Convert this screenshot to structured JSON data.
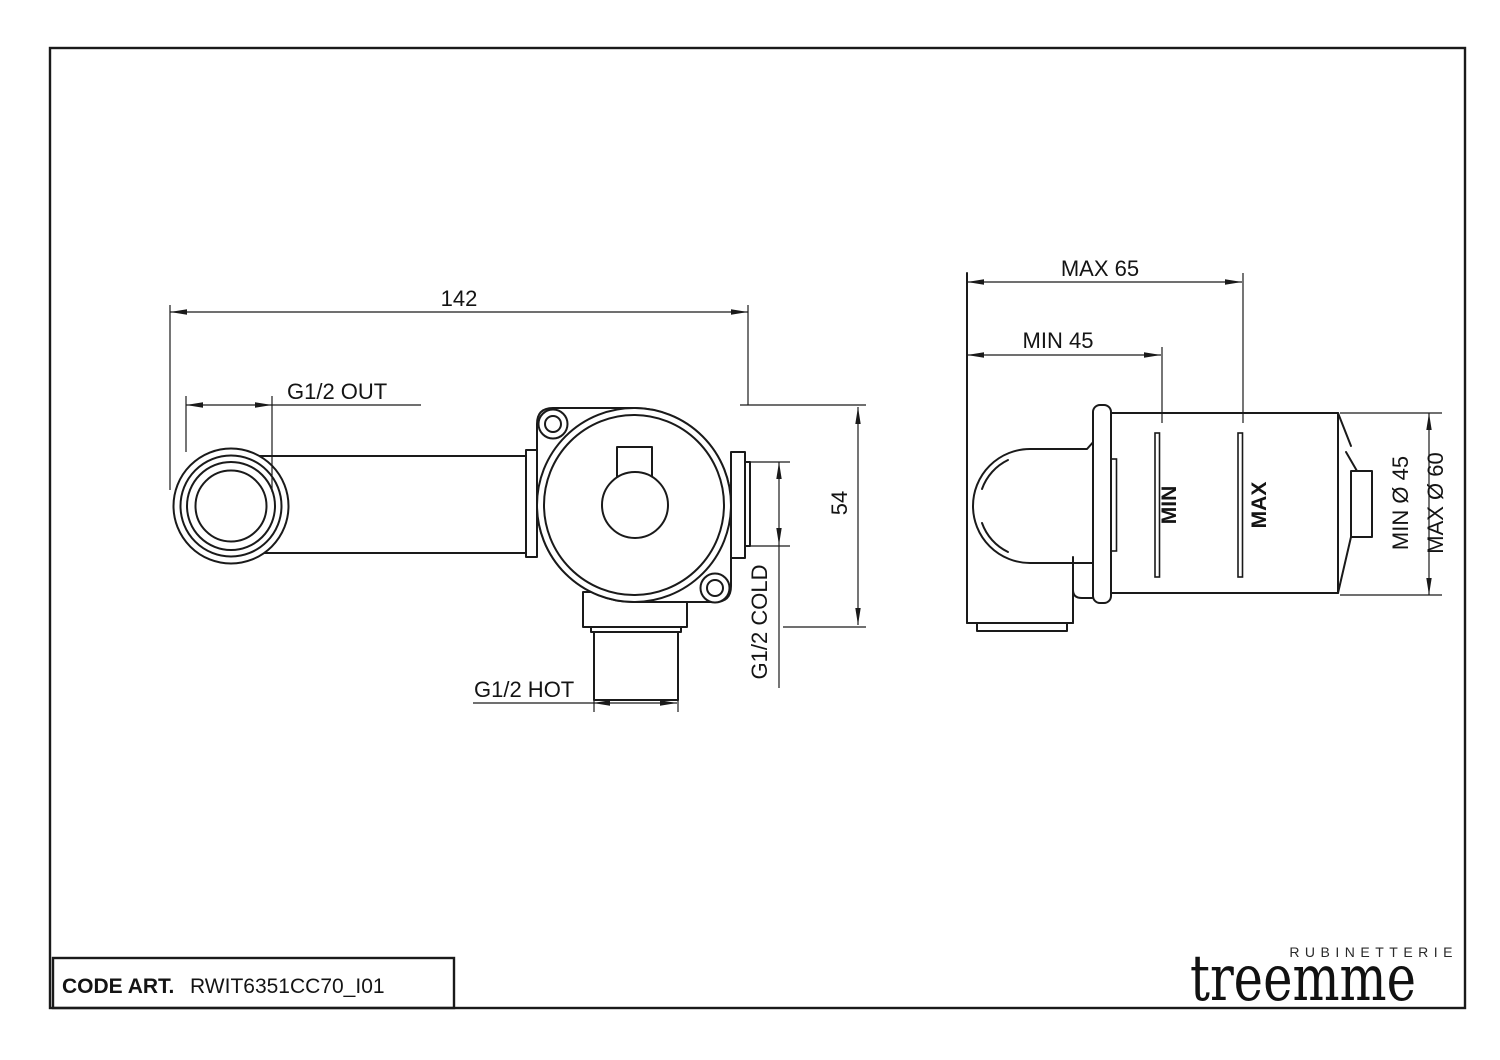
{
  "drawing": {
    "type_note": "technical installation drawing, concealed wall mixer body",
    "colors": {
      "line": "#1a1a1a",
      "background": "#ffffff"
    },
    "front_view": {
      "dim_total_length": "142",
      "dim_outlet": "G1/2 OUT",
      "dim_height": "54",
      "dim_cold_inlet": "G1/2 COLD",
      "dim_hot_inlet": "G1/2 HOT"
    },
    "side_view": {
      "dim_max_depth": "MAX 65",
      "dim_min_depth": "MIN 45",
      "engraved_min": "MIN",
      "engraved_max": "MAX",
      "dim_min_diameter": "MIN Ø 45",
      "dim_max_diameter": "MAX Ø 60"
    },
    "title_block": {
      "label": "CODE ART.",
      "code": "RWIT6351CC70_I01"
    },
    "logo": {
      "top": "RUBINETTERIE",
      "name": "treemme"
    }
  }
}
